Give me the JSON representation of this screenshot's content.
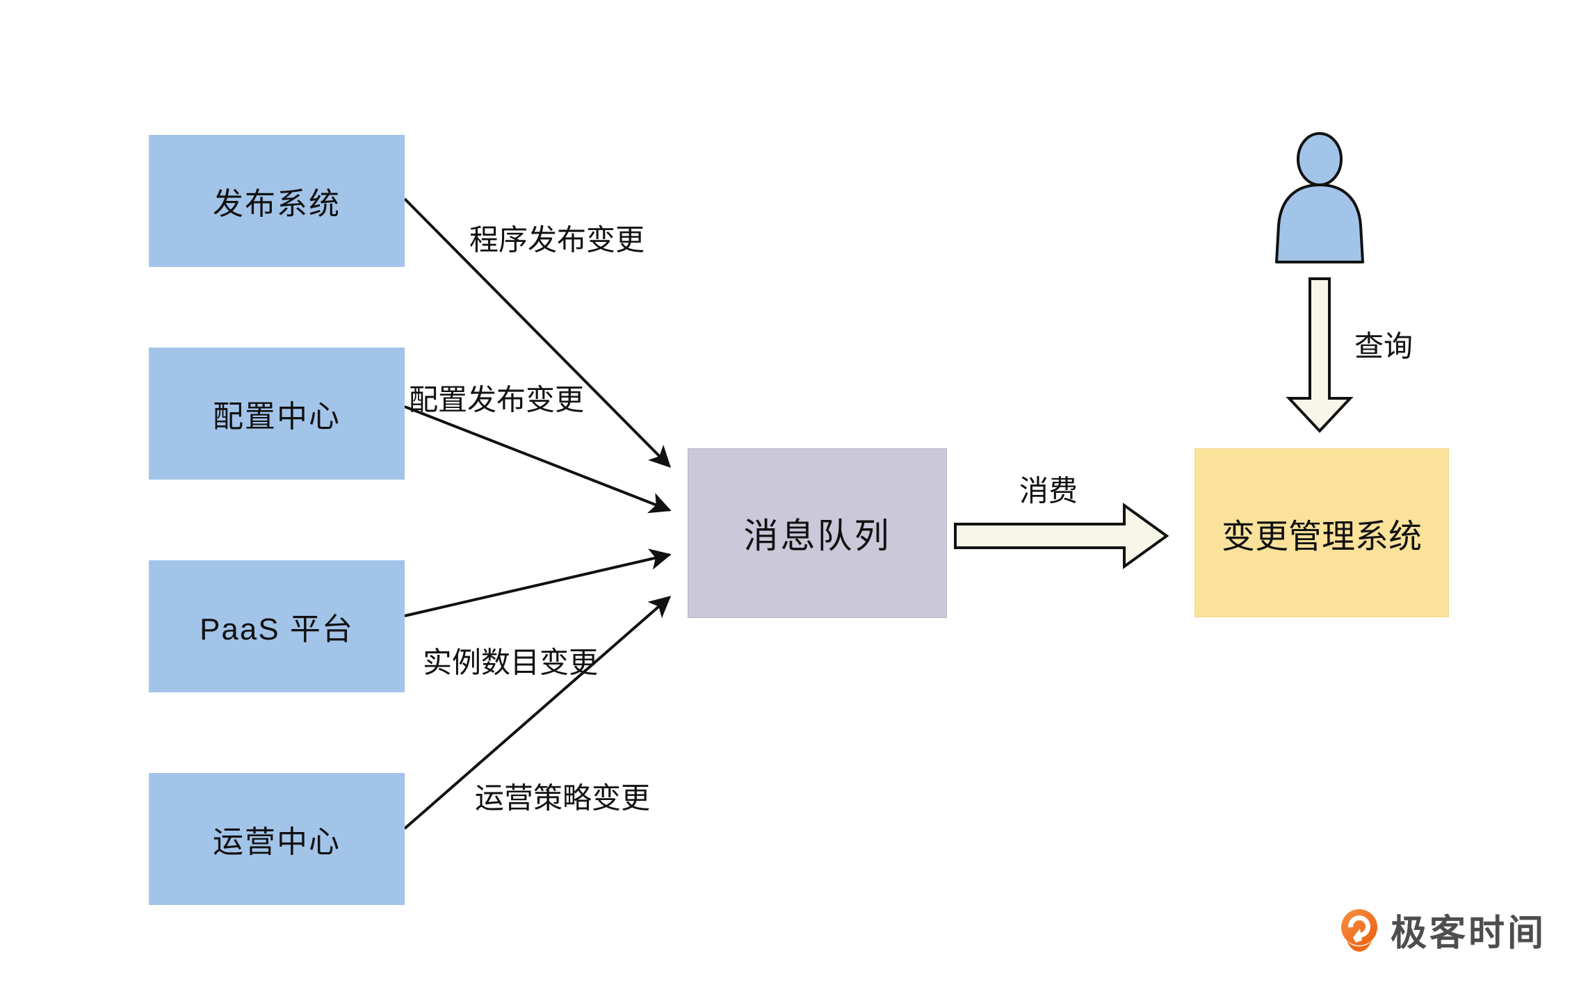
{
  "diagram": {
    "sources": [
      {
        "label": "发布系统",
        "event_label": "程序发布变更"
      },
      {
        "label": "配置中心",
        "event_label": "配置发布变更"
      },
      {
        "label": "PaaS 平台",
        "event_label": "实例数目变更"
      },
      {
        "label": "运营中心",
        "event_label": "运营策略变更"
      }
    ],
    "queue_label": "消息队列",
    "consumer_label": "变更管理系统",
    "consume_arrow_label": "消费",
    "query_arrow_label": "查询"
  },
  "branding": {
    "logo_text": "极客时间"
  },
  "colors": {
    "source_box": "#a3c4e9",
    "queue_box": "#cac8d9",
    "consumer_box": "#fbe29b",
    "block_arrow_fill": "#f8f6e8",
    "line_stroke": "#111111",
    "logo_orange": "#ee6a18",
    "logo_text": "#4e4e50"
  }
}
